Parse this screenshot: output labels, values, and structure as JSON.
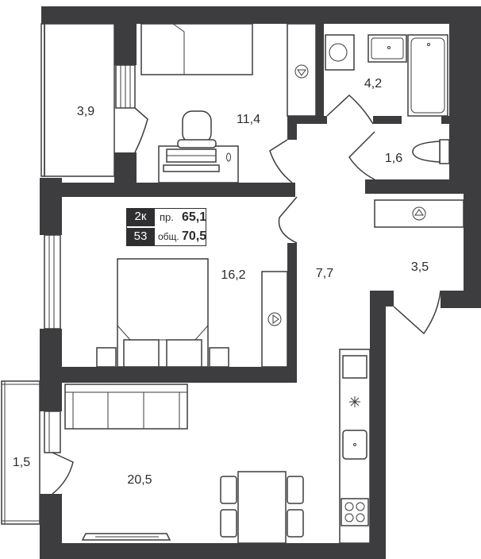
{
  "badge": {
    "rooms": "2к",
    "number": "53",
    "living_label": "пр.",
    "living_value": "65,1",
    "total_label": "общ.",
    "total_value": "70,5"
  },
  "rooms": [
    {
      "id": "balcony-top",
      "area": "3,9"
    },
    {
      "id": "bedroom-small",
      "area": "11,4"
    },
    {
      "id": "bathroom",
      "area": "4,2"
    },
    {
      "id": "toilet",
      "area": "1,6"
    },
    {
      "id": "bedroom-master",
      "area": "16,2"
    },
    {
      "id": "hallway",
      "area": "7,7"
    },
    {
      "id": "wardrobe",
      "area": "3,5"
    },
    {
      "id": "balcony-bottom",
      "area": "1,5"
    },
    {
      "id": "living-kitchen",
      "area": "20,5"
    }
  ],
  "colors": {
    "wall": "#3d3d3f",
    "badge": "#2f2f31"
  }
}
